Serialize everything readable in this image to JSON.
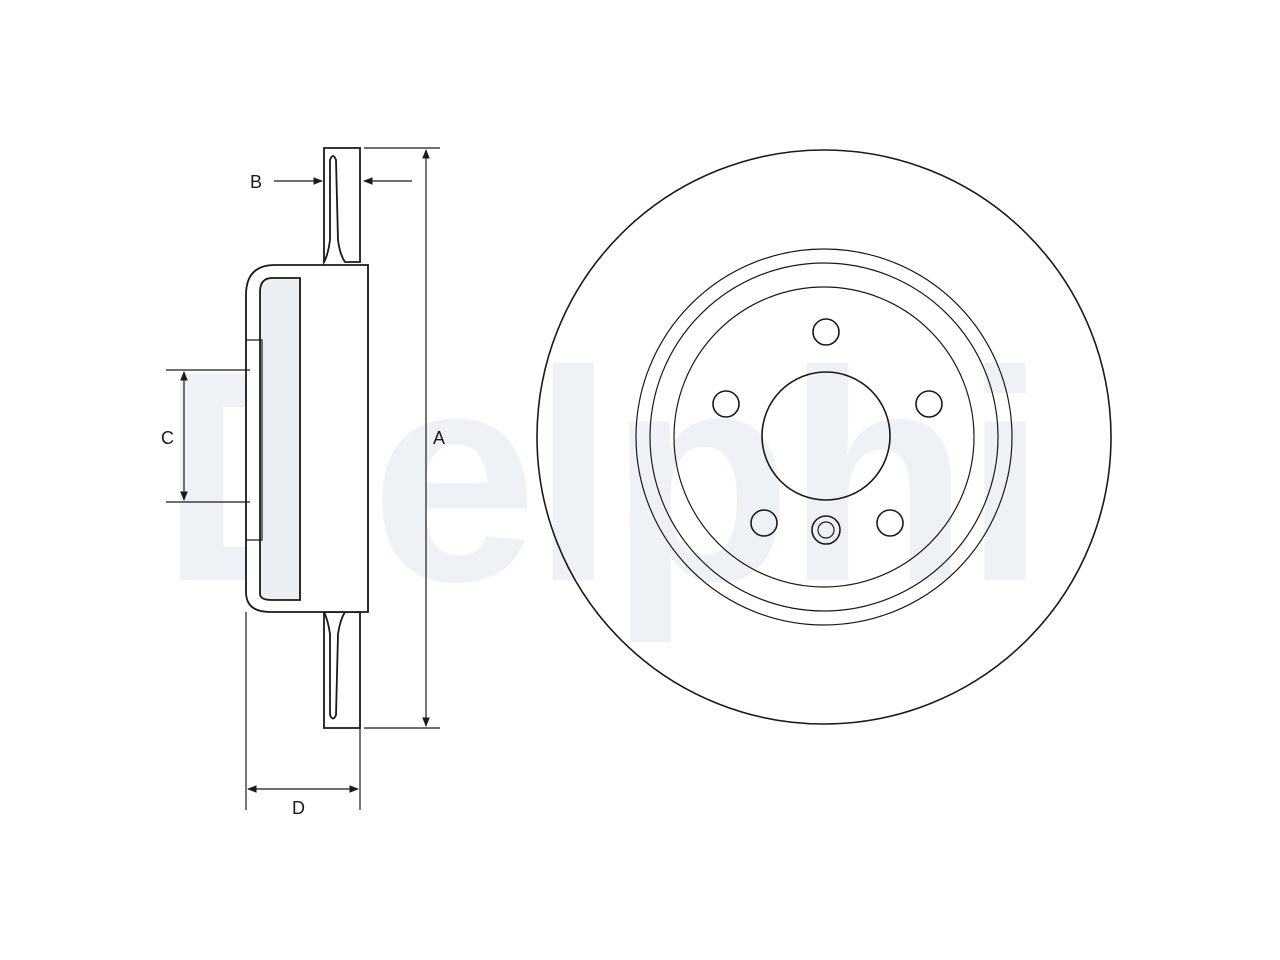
{
  "watermark": {
    "text": "Delphi",
    "color": "#eef2f7"
  },
  "dimensions": {
    "a": "A",
    "b": "B",
    "c": "C",
    "d": "D"
  },
  "colors": {
    "line": "#1a1a1a",
    "fill": "#ffffff",
    "shade": "#eceff2"
  }
}
